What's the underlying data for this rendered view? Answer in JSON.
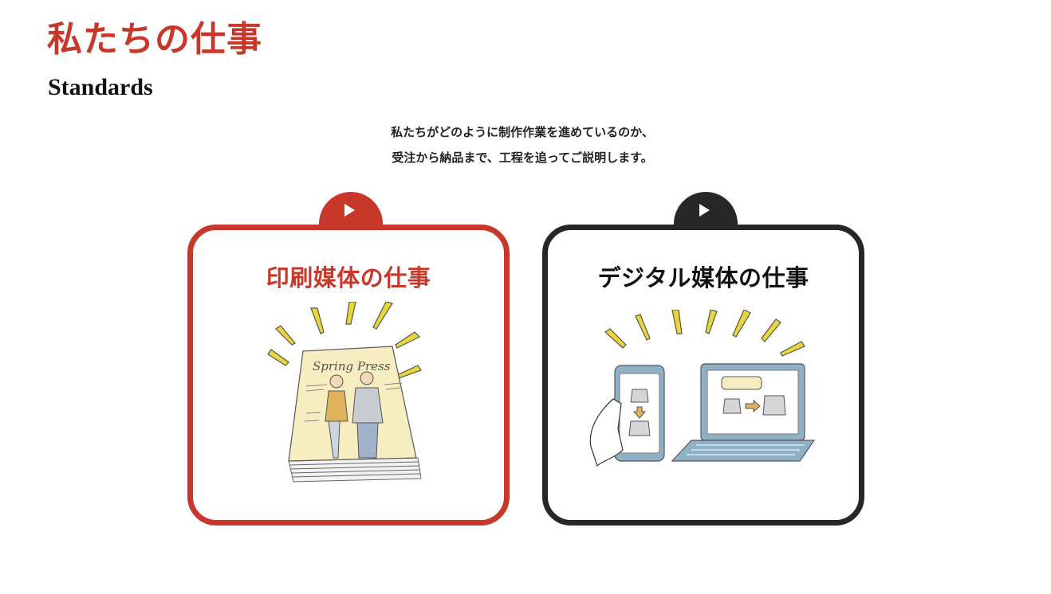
{
  "header": {
    "title": "私たちの仕事",
    "subtitle": "Standards"
  },
  "intro": {
    "line1": "私たちがどのように制作作業を進めているのか、",
    "line2": "受注から納品まで、工程を追ってご説明します。"
  },
  "cards": [
    {
      "title": "印刷媒体の仕事",
      "icon": "play-icon",
      "accent": "#c8382a",
      "magazine_text": "Spring Press"
    },
    {
      "title": "デジタル媒体の仕事",
      "icon": "play-icon",
      "accent": "#272727"
    }
  ],
  "colors": {
    "brand_red": "#c8382a",
    "dark": "#272727",
    "highlight_yellow": "#e8d63a"
  }
}
